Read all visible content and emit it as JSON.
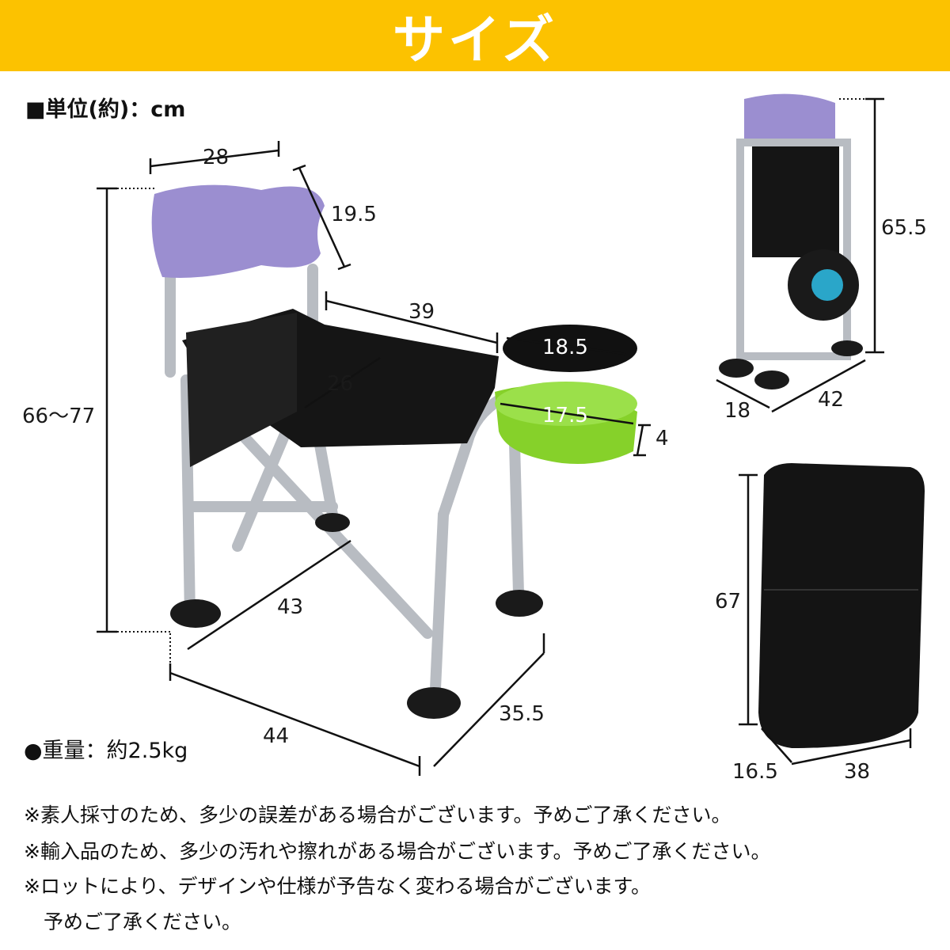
{
  "header": {
    "title": "サイズ"
  },
  "unit_label": "■単位(約)：cm",
  "weight_label": "●重量：約2.5kg",
  "dimensions": {
    "backrest_width": "28",
    "backrest_height": "19.5",
    "seat_length": "39",
    "seat_width": "26",
    "tray_top": "18.5",
    "tray_bottom": "17.5",
    "tray_depth": "4",
    "height": "66〜77",
    "leg_depth": "43",
    "width": "44",
    "depth": "35.5",
    "folded_height": "65.5",
    "folded_depth": "18",
    "folded_width": "42",
    "bag_height": "67",
    "bag_depth": "16.5",
    "bag_width": "38"
  },
  "notes": [
    "※素人採寸のため、多少の誤差がある場合がございます。予めご了承ください。",
    "※輸入品のため、多少の汚れや擦れがある場合がございます。予めご了承ください。",
    "※ロットにより、デザインや仕様が予告なく変わる場合がございます。",
    "　予めご了承ください。"
  ],
  "colors": {
    "banner": "#fcc200",
    "backrest": "#9b8ed0",
    "tray_green": "#86d12a",
    "seat": "#151515"
  }
}
